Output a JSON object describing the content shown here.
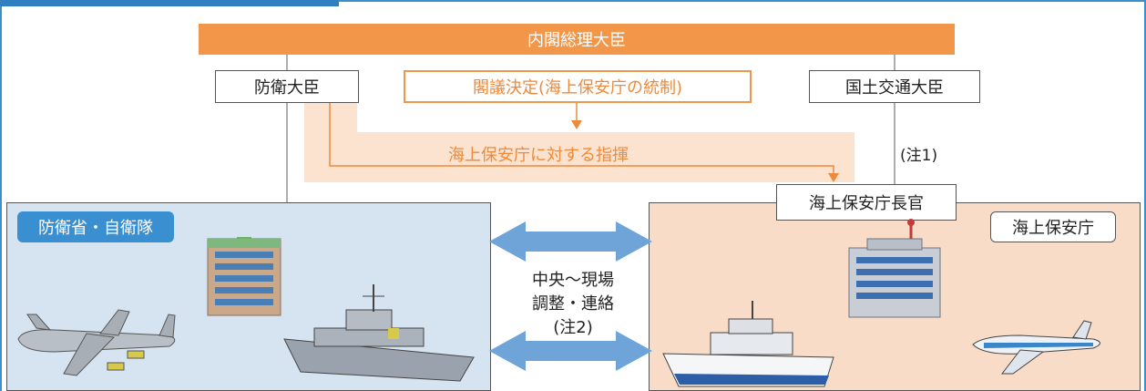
{
  "top": {
    "prime_minister": "内閣総理大臣",
    "defense_minister": "防衛大臣",
    "cabinet_decision": "閣議決定(海上保安庁の統制)",
    "mlit_minister": "国土交通大臣",
    "command_label": "海上保安庁に対する指揮",
    "note1": "(注1)",
    "commandant": "海上保安庁長官"
  },
  "organizations": {
    "jsdf_label": "防衛省・自衛隊",
    "jcg_label": "海上保安庁"
  },
  "coordination": {
    "line1": "中央～現場",
    "line2": "調整・連絡",
    "line3": "(注2)"
  },
  "colors": {
    "accent_orange": "#f2964a",
    "light_orange": "#fbe3cf",
    "jsdf_blue": "#d6e3f1",
    "jcg_peach": "#f9dcc8",
    "arrow_blue": "#5b9bd5"
  },
  "icons": [
    "building-icon",
    "patrol-aircraft-icon",
    "destroyer-ship-icon",
    "jcg-building-icon",
    "patrol-vessel-icon",
    "jet-aircraft-icon"
  ]
}
